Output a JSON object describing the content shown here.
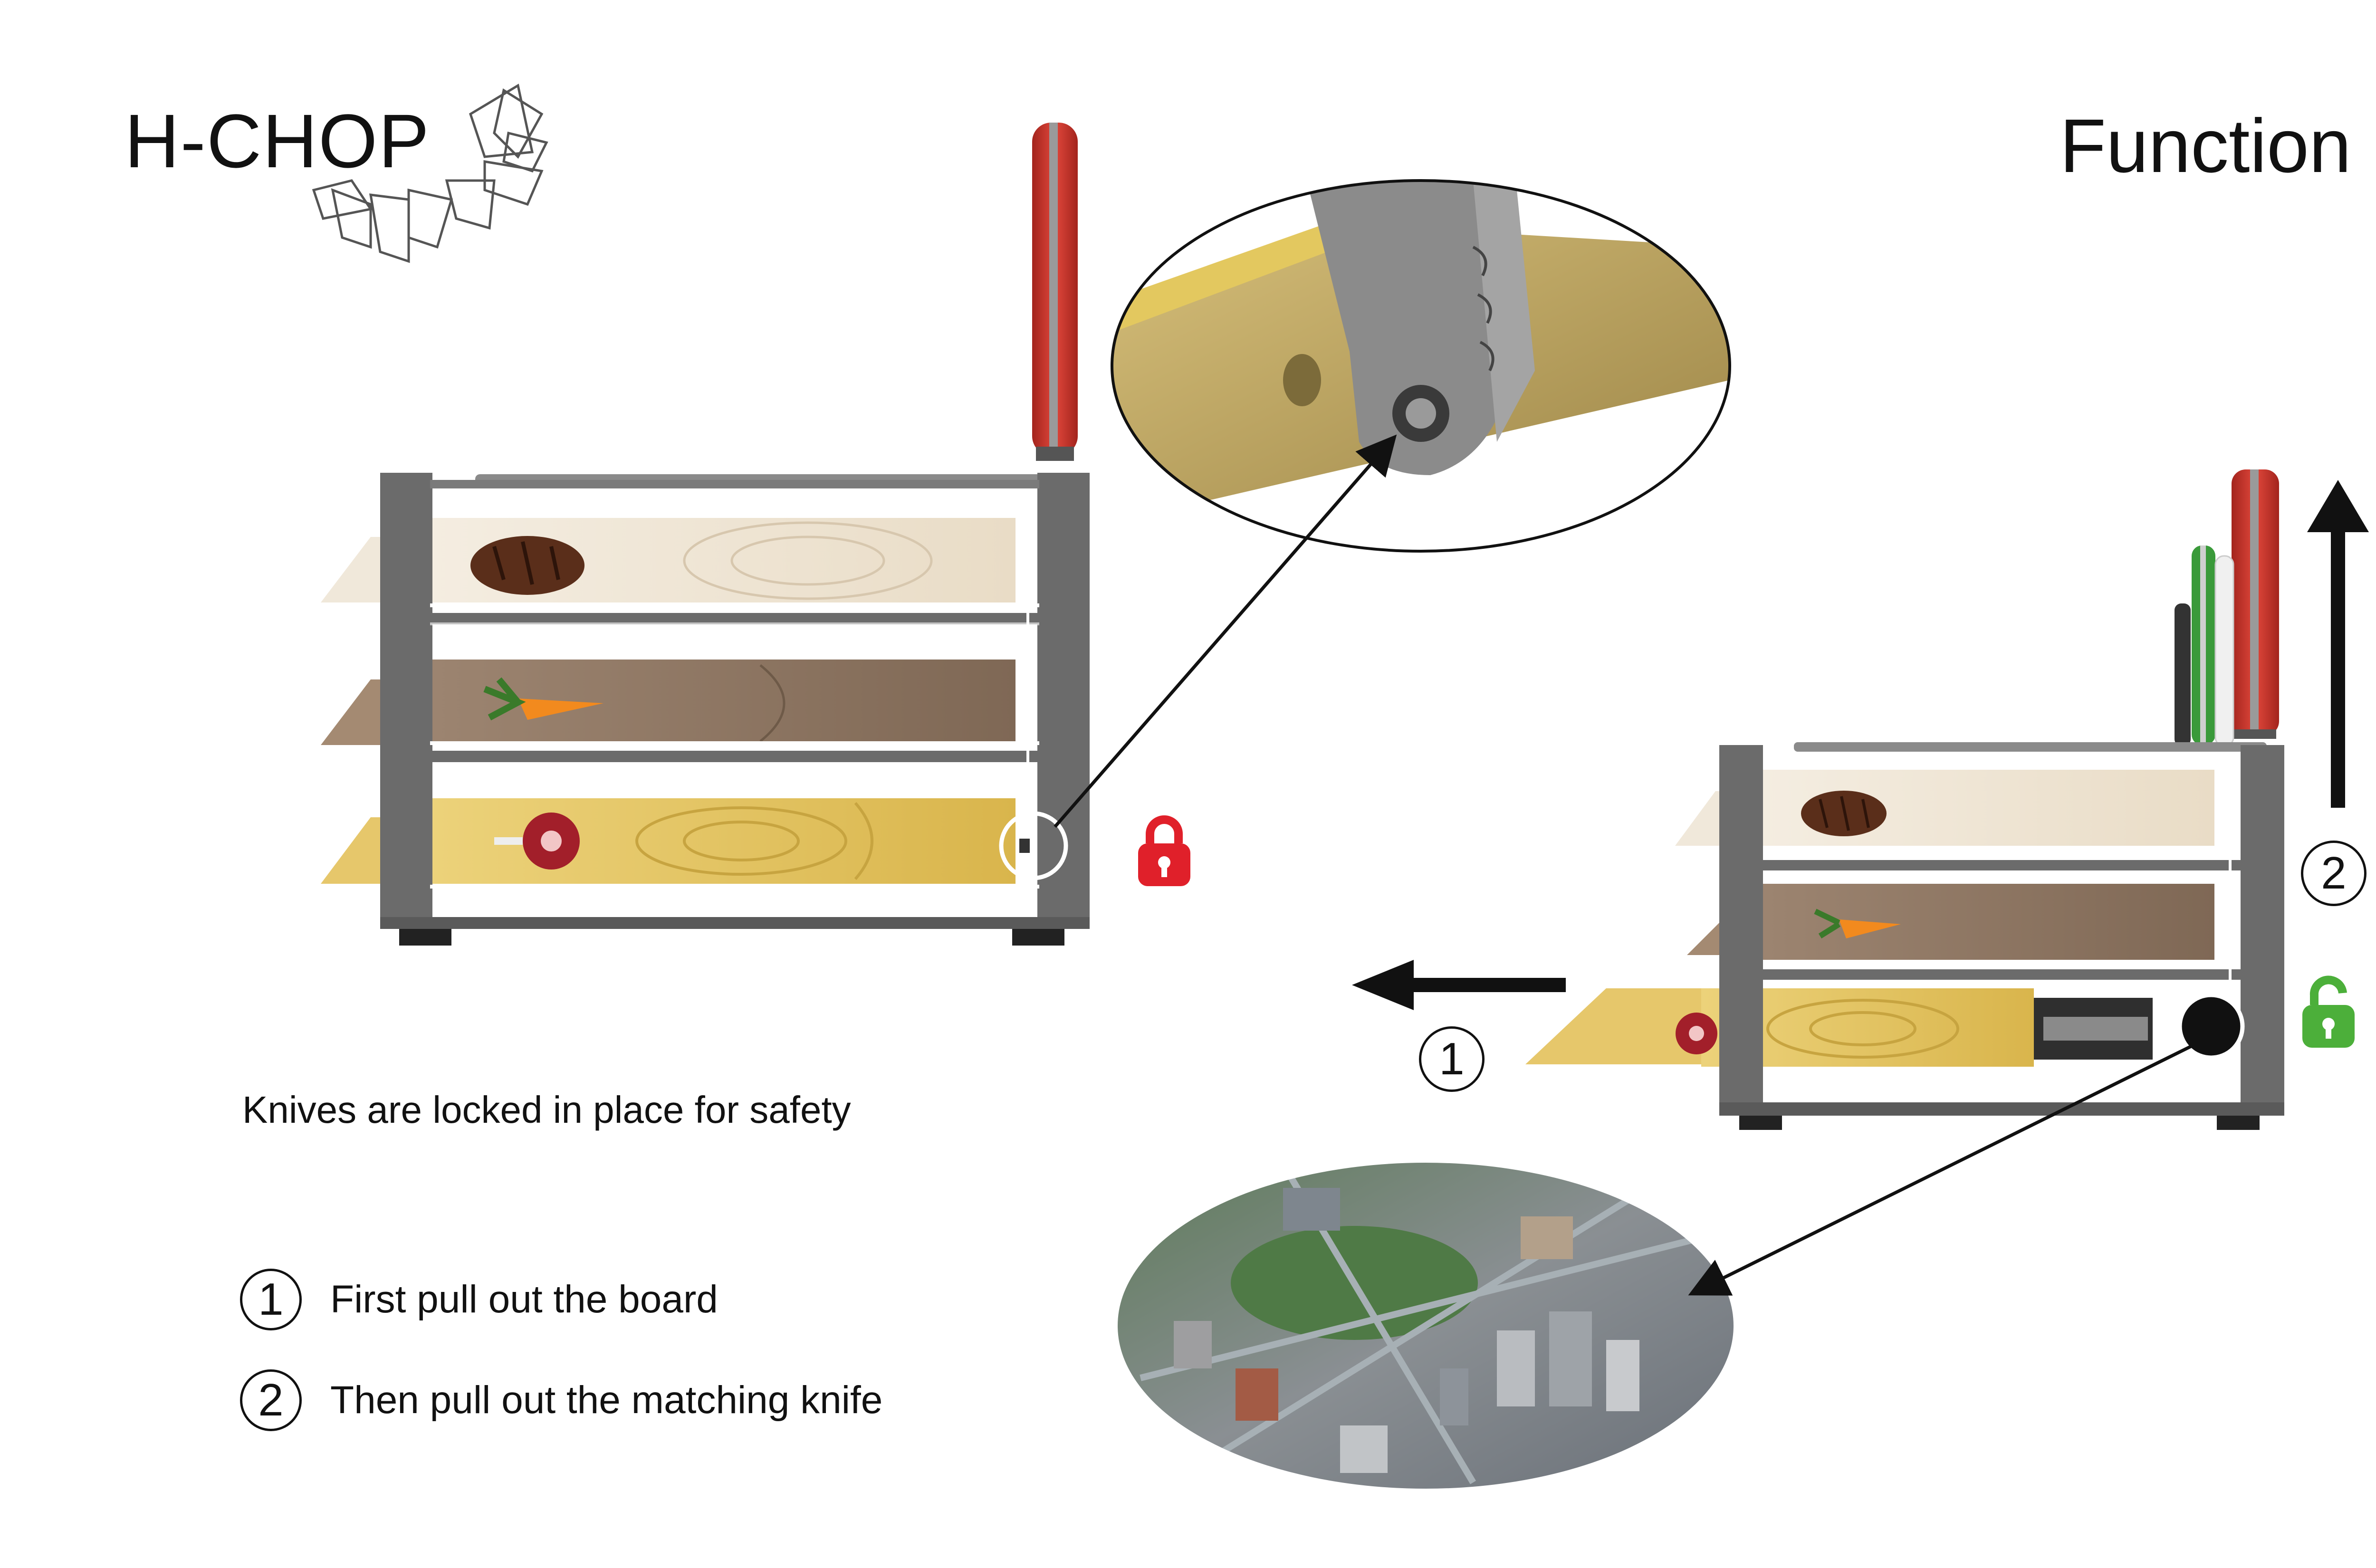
{
  "brand": {
    "name": "H-CHOP"
  },
  "title": "Function",
  "caption": "Knives are locked in place for safety",
  "steps": [
    {
      "number": "1",
      "text": "First pull out the board"
    },
    {
      "number": "2",
      "text": "Then pull out the matching knife"
    }
  ],
  "marker_labels": {
    "pull_board": "1",
    "pull_knife": "2"
  },
  "colors": {
    "frame": "#6b6b6b",
    "knife_red": "#c8372d",
    "knife_green": "#3a9a3a",
    "lock_locked": "#e0202a",
    "lock_unlocked": "#4caf3a",
    "board_light": "#efe6d6",
    "board_dark": "#8c7560",
    "board_yellow": "#e4c361"
  },
  "icons": [
    "bread-icon",
    "carrot-icon",
    "meat-icon",
    "locked-padlock-icon",
    "unlocked-padlock-icon",
    "up-arrow-icon",
    "left-arrow-icon"
  ]
}
